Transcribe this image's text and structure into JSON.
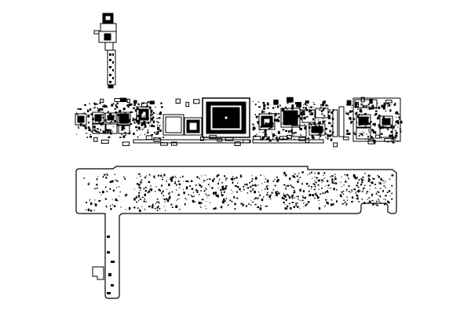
{
  "diagram": {
    "subject": "pcb-boardview-layout",
    "background_color": "#ffffff",
    "ink_color": "#000000",
    "views": [
      {
        "id": "flex-connector-top",
        "label": ""
      },
      {
        "id": "board-component-side",
        "label": ""
      },
      {
        "id": "board-outline-with-pads",
        "label": ""
      }
    ]
  }
}
